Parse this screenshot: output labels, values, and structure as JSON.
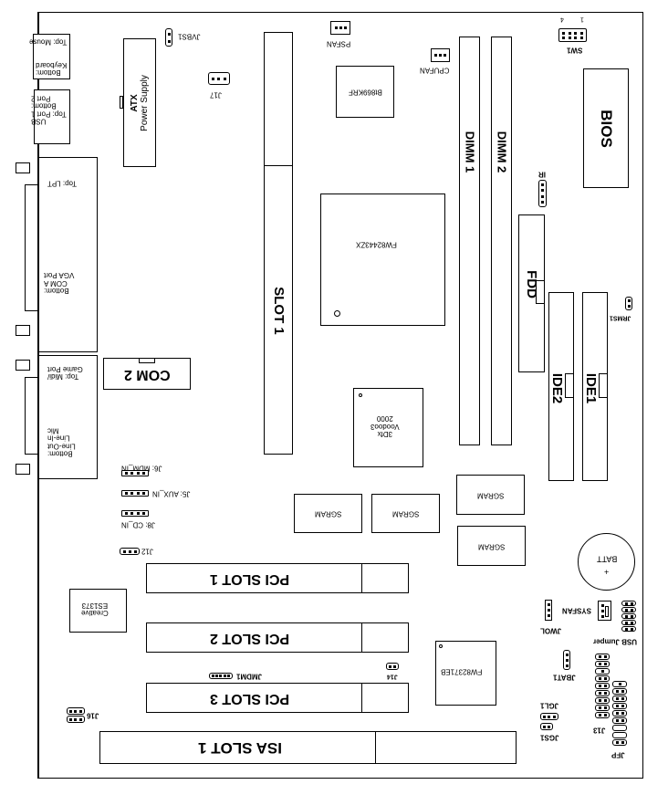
{
  "board": {
    "title": "Motherboard Layout",
    "orientation": "rotated 180 degrees"
  },
  "rear_io": {
    "ps2": [
      "Top: Mouse",
      "Bottom:",
      "Keyboard"
    ],
    "usb": [
      "USB",
      "Top: Port 1",
      "Bottom:",
      "Port 2"
    ],
    "lpt_vga": [
      "Top: LPT",
      "Bottom:",
      "COM A",
      "VGA Port"
    ],
    "game_audio": [
      "Top: Midi/",
      "Game Port",
      "Bottom:",
      "Line-Out",
      "Line-In",
      "Mic"
    ]
  },
  "power": {
    "label_line1": "ATX",
    "label_line2": "Power Supply"
  },
  "slots": {
    "slot1": "SLOT 1",
    "dimm1": "DIMM 1",
    "dimm2": "DIMM 2",
    "pci1": "PCI SLOT 1",
    "pci2": "PCI SLOT 2",
    "pci3": "PCI SLOT 3",
    "isa1": "ISA SLOT 1"
  },
  "chips": {
    "bt": "Bt869KRF",
    "northbridge": "FW82443ZX",
    "voodoo": [
      "3Dfx",
      "Voodoo3",
      "2000"
    ],
    "sgram": "SGRAM",
    "southbridge": "FW82371EB",
    "audio": [
      "Creative",
      "ES1373"
    ],
    "bios": "BIOS",
    "batt": "BATT",
    "batt_plus": "+"
  },
  "connectors": {
    "com2": "COM 2",
    "fdd": "FDD",
    "ide1": "IDE1",
    "ide2": "IDE2"
  },
  "headers": {
    "jvbs1": "JVBS1",
    "j17": "J17",
    "psfan": "PSFAN",
    "cpufan": "CPUFAN",
    "sw1": "SW1",
    "sw1_pin1": "1",
    "sw1_pin4": "4",
    "ir": "IR",
    "jrms1": "JRMS1",
    "j6": "J6: MDM_IN",
    "j5": "J5: AUX_IN",
    "j8": "J8: CD_IN",
    "j12": "J12",
    "j14": "J14",
    "jmdm1": "JMDM1",
    "j16": "J16",
    "sysfan": "SYSFAN",
    "jwol": "JWOL",
    "usb_jumper": "USB Jumper",
    "jbat1": "JBAT1",
    "jgl1": "JGL1",
    "jgs1": "JGS1",
    "j13": "J13",
    "jfp": "JFP"
  }
}
